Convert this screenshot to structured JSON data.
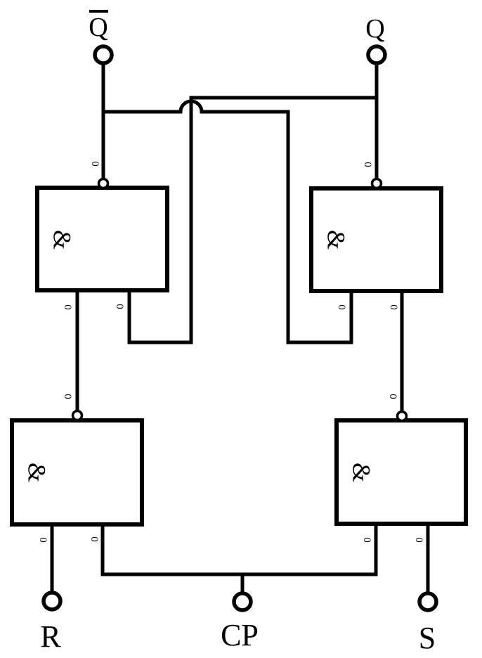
{
  "page": {
    "background": "#ffffff",
    "line_color": "#000000"
  },
  "gates": {
    "symbol": "&",
    "pin_label": "0"
  },
  "terminals": {
    "q_bar": {
      "label": "Q",
      "overline": true
    },
    "q": {
      "label": "Q"
    },
    "r": {
      "label": "R"
    },
    "cp": {
      "label": "CP"
    },
    "s": {
      "label": "S"
    }
  }
}
